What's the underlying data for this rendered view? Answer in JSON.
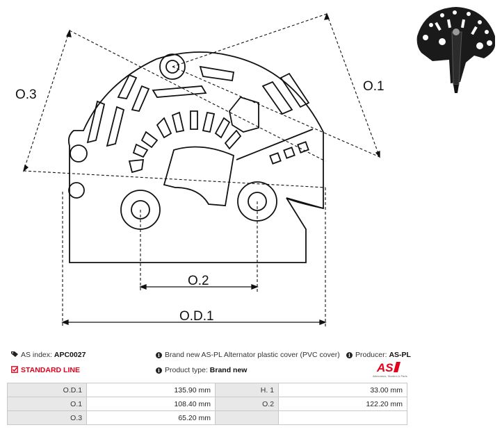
{
  "drawing": {
    "labels": {
      "od1": "O.D.1",
      "o1": "O.1",
      "o2": "O.2",
      "o3": "O.3"
    }
  },
  "info": {
    "as_index_label": "AS index:",
    "as_index_value": "APC0027",
    "standard_line": "STANDARD LINE",
    "description": "Brand new AS-PL Alternator plastic cover (PVC cover)",
    "product_type_label": "Product type:",
    "product_type_value": "Brand new",
    "producer_label": "Producer:",
    "producer_value": "AS-PL",
    "logo_text": "AS",
    "logo_tagline": "Alternators, Starters & Parts"
  },
  "specs": [
    {
      "label1": "O.D.1",
      "value1": "135.90 mm",
      "label2": "H. 1",
      "value2": "33.00 mm"
    },
    {
      "label1": "O.1",
      "value1": "108.40 mm",
      "label2": "O.2",
      "value2": "122.20 mm"
    },
    {
      "label1": "O.3",
      "value1": "65.20 mm",
      "label2": "",
      "value2": ""
    }
  ],
  "colors": {
    "accent": "#e2001a",
    "label_bg": "#e8e8e8",
    "border": "#c8c8c8"
  }
}
